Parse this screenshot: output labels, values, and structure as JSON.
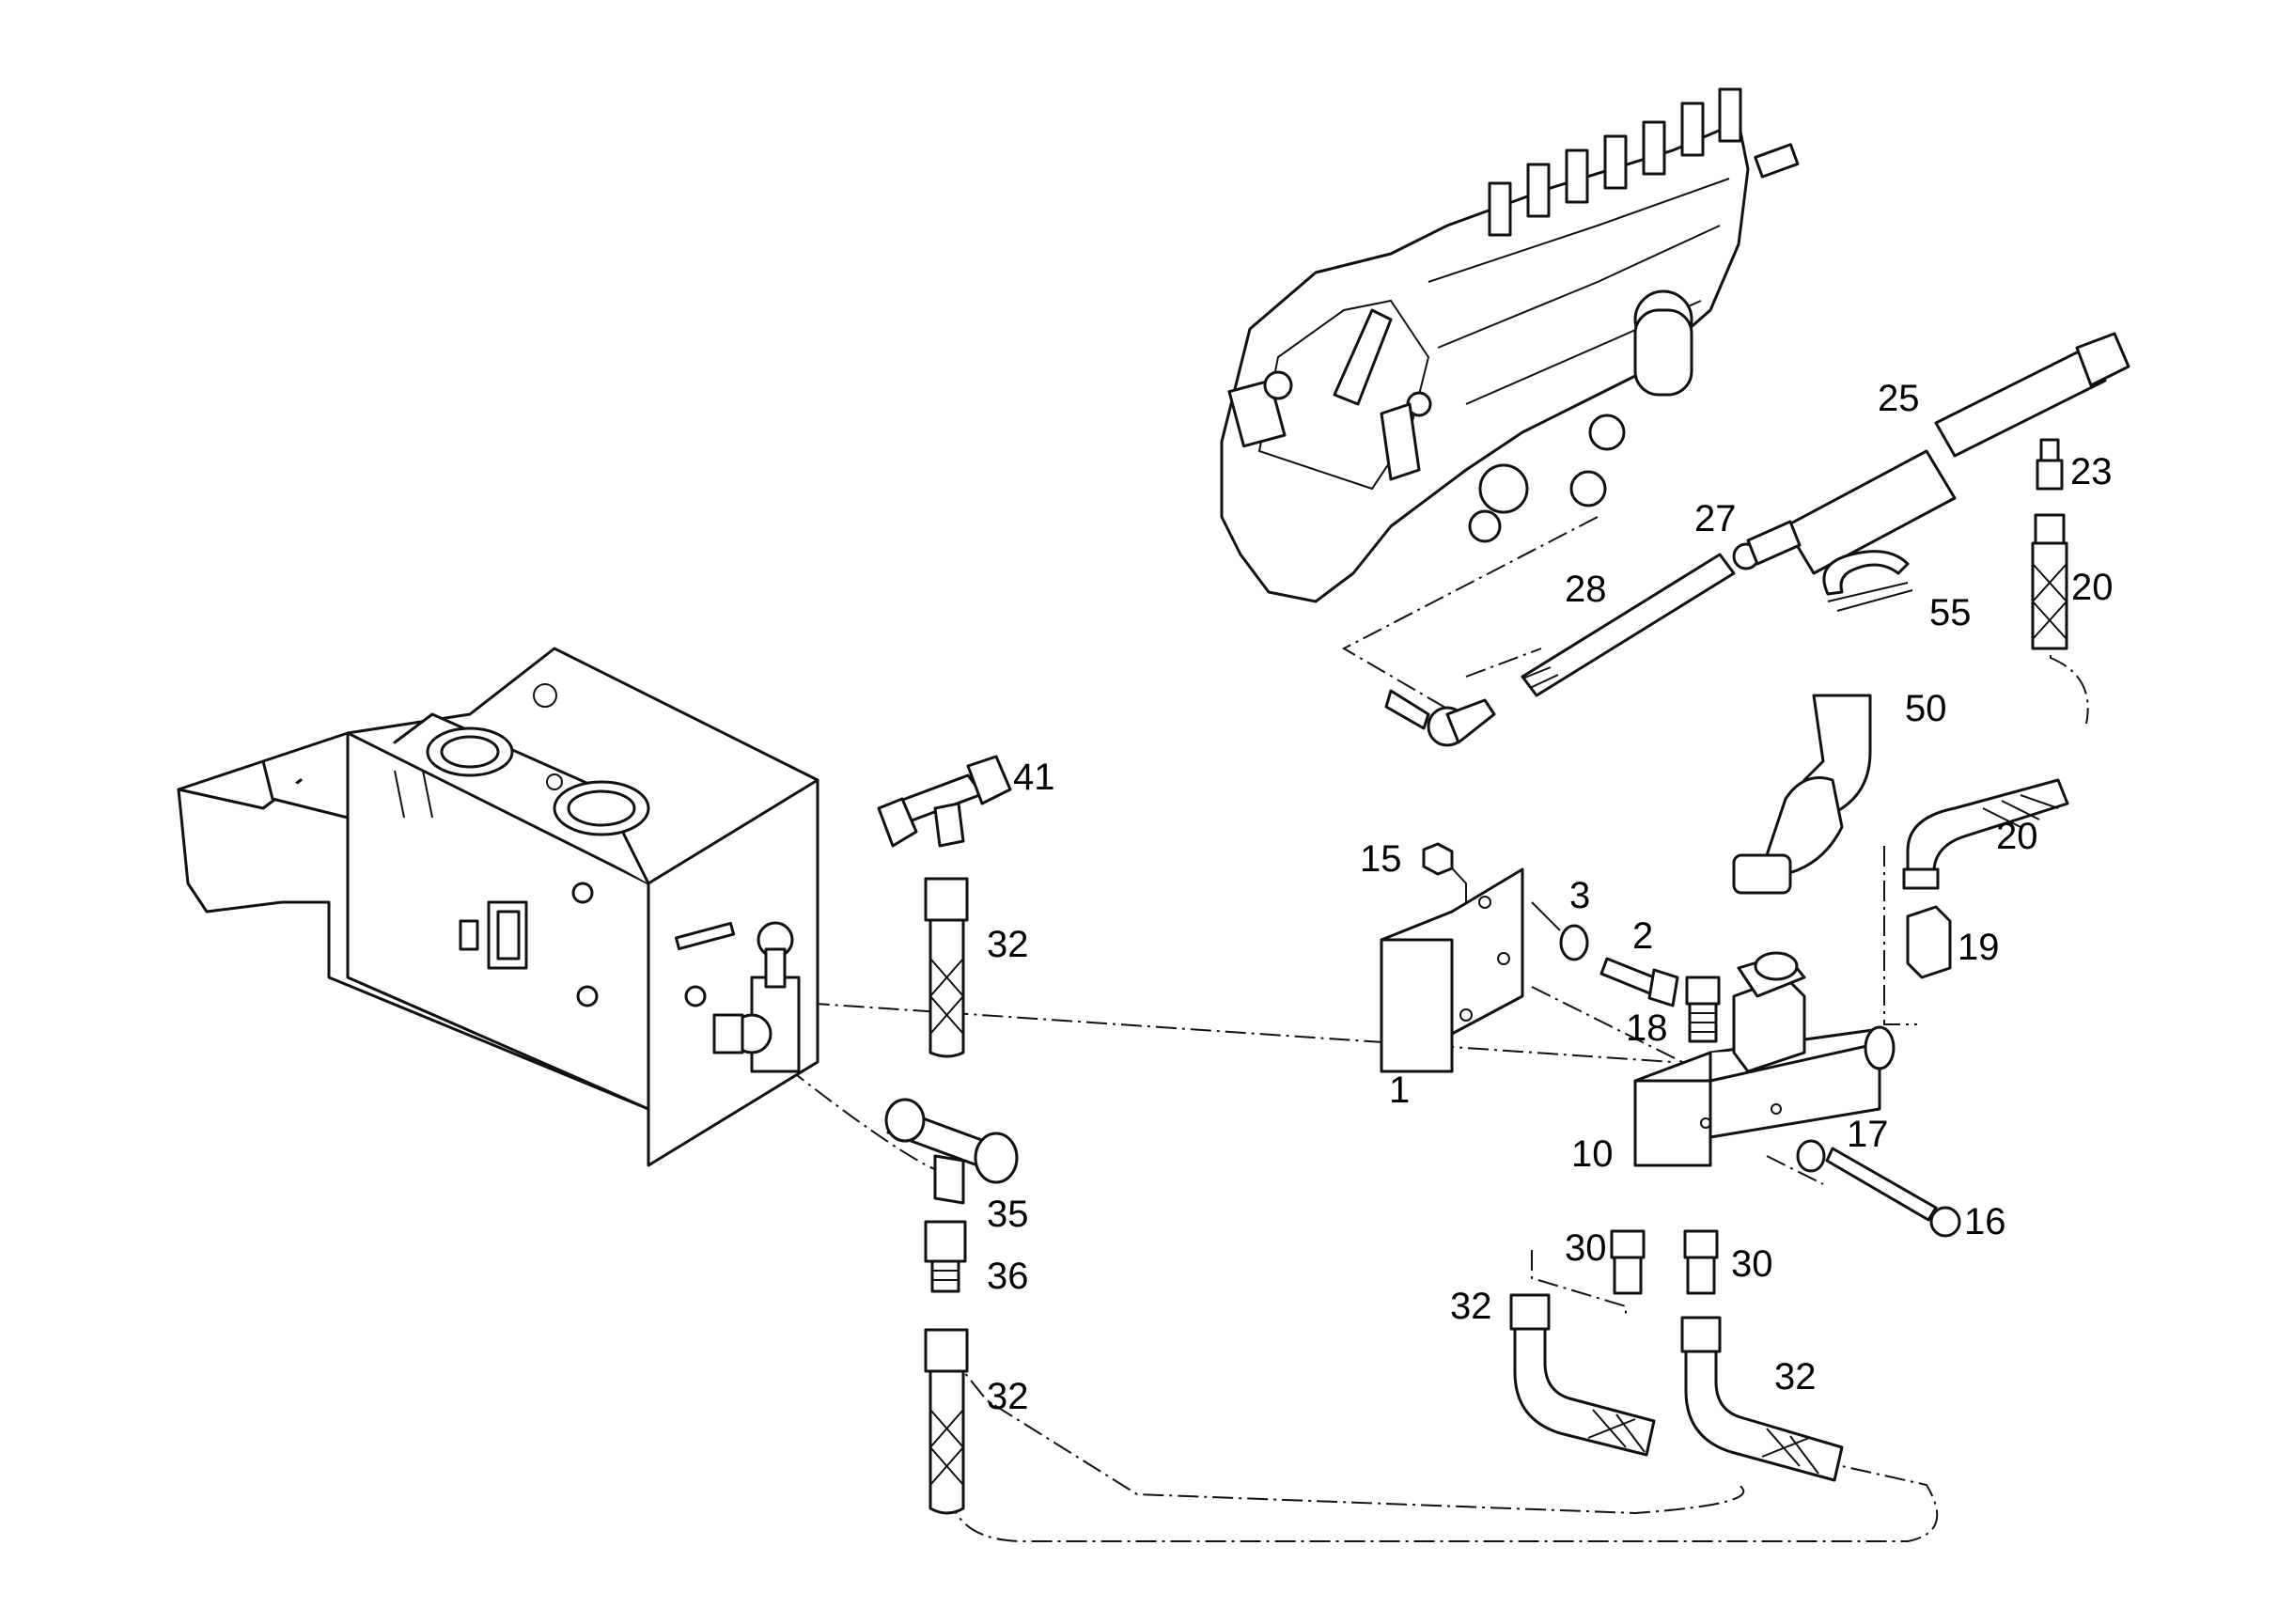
{
  "callouts": [
    {
      "id": "c1",
      "text": "1"
    },
    {
      "id": "c2",
      "text": "2"
    },
    {
      "id": "c3",
      "text": "3"
    },
    {
      "id": "c10",
      "text": "10"
    },
    {
      "id": "c15",
      "text": "15"
    },
    {
      "id": "c16",
      "text": "16"
    },
    {
      "id": "c17",
      "text": "17"
    },
    {
      "id": "c18",
      "text": "18"
    },
    {
      "id": "c19",
      "text": "19"
    },
    {
      "id": "c20a",
      "text": "20"
    },
    {
      "id": "c20b",
      "text": "20"
    },
    {
      "id": "c23",
      "text": "23"
    },
    {
      "id": "c25",
      "text": "25"
    },
    {
      "id": "c27",
      "text": "27"
    },
    {
      "id": "c28",
      "text": "28"
    },
    {
      "id": "c30a",
      "text": "30"
    },
    {
      "id": "c30b",
      "text": "30"
    },
    {
      "id": "c32a",
      "text": "32"
    },
    {
      "id": "c32b",
      "text": "32"
    },
    {
      "id": "c32c",
      "text": "32"
    },
    {
      "id": "c32d",
      "text": "32"
    },
    {
      "id": "c35",
      "text": "35"
    },
    {
      "id": "c36",
      "text": "36"
    },
    {
      "id": "c41",
      "text": "41"
    },
    {
      "id": "c50",
      "text": "50"
    },
    {
      "id": "c55",
      "text": "55"
    }
  ]
}
